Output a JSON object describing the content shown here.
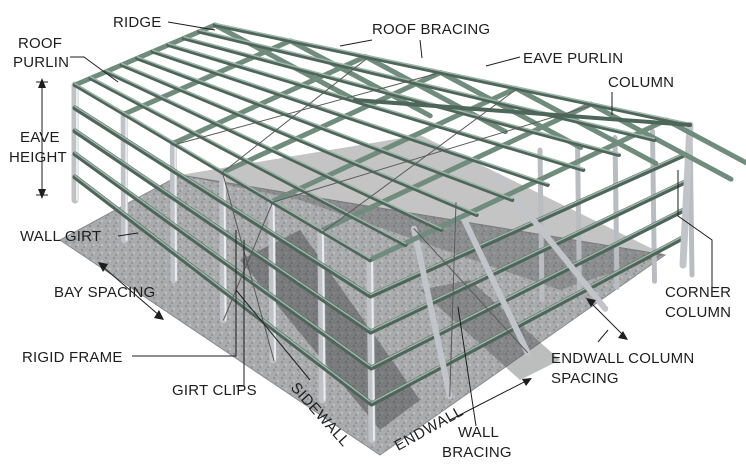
{
  "labels": {
    "ridge": "RIDGE",
    "roof_purlin_1": "ROOF",
    "roof_purlin_2": "PURLIN",
    "roof_bracing": "ROOF BRACING",
    "eave_purlin": "EAVE PURLIN",
    "column": "COLUMN",
    "eave_height_1": "EAVE",
    "eave_height_2": "HEIGHT",
    "wall_girt": "WALL GIRT",
    "bay_spacing": "BAY SPACING",
    "rigid_frame": "RIGID FRAME",
    "girt_clips": "GIRT CLIPS",
    "sidewall": "SIDEWALL",
    "endwall": "ENDWALL",
    "wall_bracing_1": "WALL",
    "wall_bracing_2": "BRACING",
    "endwall_column_spacing_1": "ENDWALL COLUMN",
    "endwall_column_spacing_2": "SPACING",
    "corner_column_1": "CORNER",
    "corner_column_2": "COLUMN"
  },
  "colors": {
    "steel": "#6f8c7d",
    "steel_dark": "#4e665a",
    "steel_light": "#9fb7aa",
    "column": "#c9cdd2",
    "floor": "#a7a9ab",
    "floor_dark": "#7d7f81",
    "text": "#1e1e1e"
  }
}
